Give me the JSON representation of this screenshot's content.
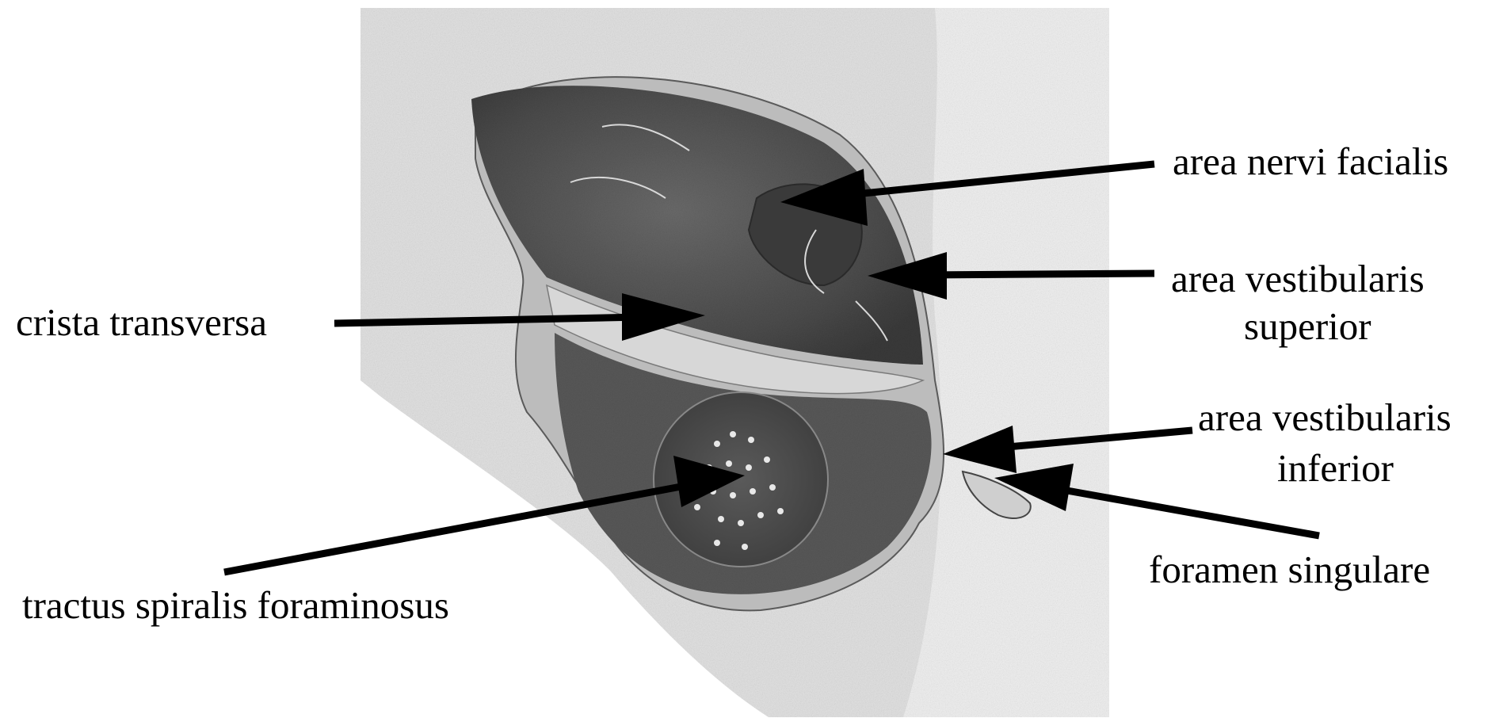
{
  "figure": {
    "labels": {
      "area_nervi_facialis": "area nervi facialis",
      "area_vestibularis_superior_line1": "area vestibularis",
      "area_vestibularis_superior_line2": "superior",
      "crista_transversa": "crista transversa",
      "area_vestibularis_inferior_line1": "area vestibularis",
      "area_vestibularis_inferior_line2": "inferior",
      "foramen_singulare": "foramen singulare",
      "tractus_spiralis_foraminosus": "tractus spiralis foraminosus"
    },
    "colors": {
      "background": "#ffffff",
      "bone_field": "#e4e4e4",
      "bone_surface": "#c9c9c9",
      "meatus_dark": "#4f4f4f",
      "arrow": "#000000"
    }
  }
}
